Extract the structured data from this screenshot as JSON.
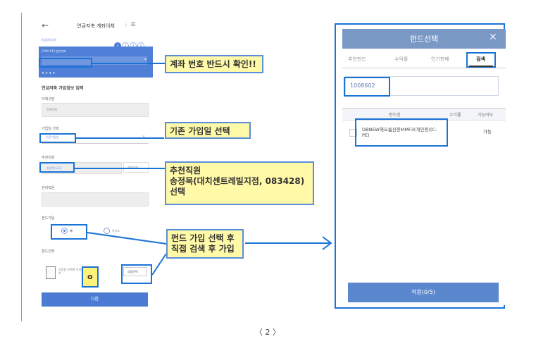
{
  "phone": {
    "header": {
      "back": "←",
      "title": "연금저축 계좌이체",
      "menu": "⋮ ☰"
    },
    "step_caption": "가입정보입력",
    "steps": [
      "1",
      "2",
      "3",
      "4"
    ],
    "account": {
      "label": "[CMA-RP] 일반계좌",
      "dots": "••••",
      "arrow": "⌄"
    },
    "section_title": "연금저축 가입정보 입력",
    "transfer_type": {
      "label": "이체구분",
      "value": "전액이체"
    },
    "join_date": {
      "label": "가입일 선택",
      "value": "기존가입일",
      "arrow": "⌄"
    },
    "recommender": {
      "label": "추천직원",
      "value": "송정목(도곡)",
      "button": "직원검색"
    },
    "manager": {
      "label": "관리직원"
    },
    "fund_join": {
      "label": "펀드가입",
      "yes": "예",
      "no": "아니오"
    },
    "fund_select": {
      "label": "펀드선택",
      "hint": "상품을 선택해 주세요 최대 5개까지",
      "button": "상품선택",
      "marker": "o"
    },
    "next_button": "다음"
  },
  "callouts": {
    "account": "계좌 번호 반드시 확인!!",
    "join_date": "기존 가입일 선택",
    "recommender": "추천직원\n송정목(대치센트레빌지점, 083428)\n선택",
    "fund": "펀드 가입 선택 후\n직접 검색 후 가입"
  },
  "modal": {
    "title": "펀드선택",
    "close": "✕",
    "tabs": [
      "추천펀드",
      "수익률",
      "인기판매",
      "검색"
    ],
    "active_tab": "검색",
    "search_value": "1008602",
    "columns": [
      "펀드명",
      "수익률",
      "가능여부"
    ],
    "rows": [
      {
        "name": "DBNEW해오름신종MMF3(개인용)(C-PE)",
        "return": "",
        "availability": "가능"
      }
    ],
    "apply_button": "적용(0/5)"
  },
  "page_number": "〈 2 〉",
  "colors": {
    "accent": "#1a73d6",
    "callout_fill": "#fff9a8",
    "phone_blue": "#4f7fd6",
    "modal_header": "#7a98c4"
  }
}
